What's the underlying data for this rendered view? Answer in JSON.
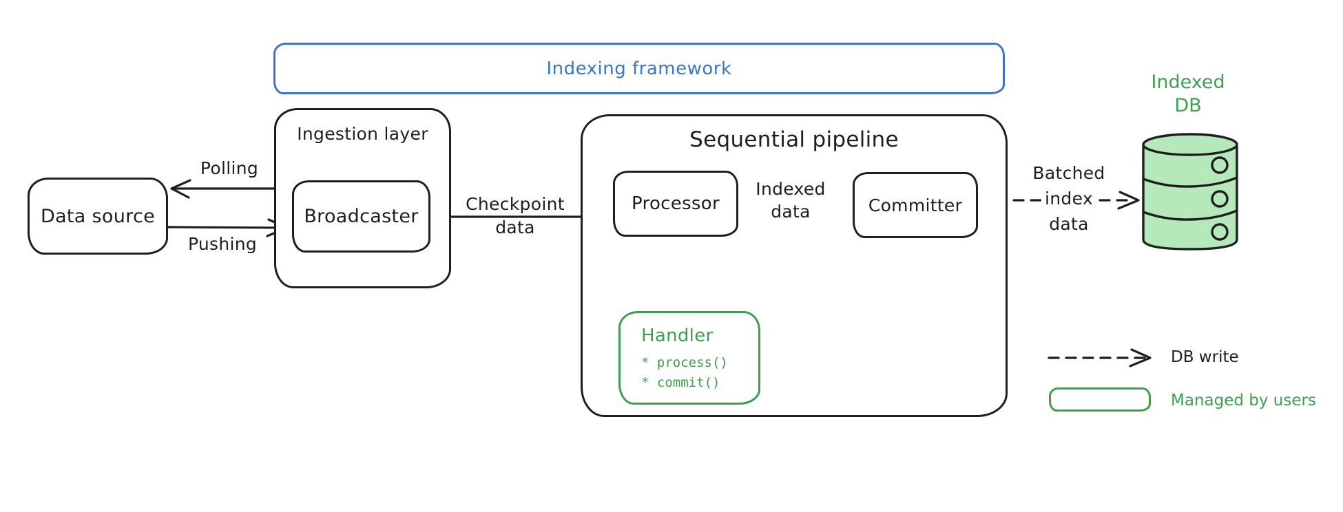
{
  "colors": {
    "ink": "#1e1e1e",
    "blue": "#3b74c8",
    "green": "#3f9e4f",
    "db_fill": "#b5e8ba"
  },
  "frame": {
    "label": "Indexing framework"
  },
  "nodes": {
    "data_source": {
      "label": "Data source"
    },
    "ingestion": {
      "label": "Ingestion layer"
    },
    "broadcaster": {
      "label": "Broadcaster"
    },
    "pipeline": {
      "label": "Sequential pipeline"
    },
    "processor": {
      "label": "Processor"
    },
    "committer": {
      "label": "Committer"
    },
    "handler": {
      "label": "Handler",
      "methods": [
        "* process()",
        "* commit()"
      ]
    },
    "indexed_db": {
      "line1": "Indexed",
      "line2": "DB"
    }
  },
  "edges": {
    "polling": {
      "label": "Polling"
    },
    "pushing": {
      "label": "Pushing"
    },
    "checkpoint": {
      "line1": "Checkpoint",
      "line2": "data"
    },
    "indexed_data": {
      "line1": "Indexed",
      "line2": "data"
    },
    "batched": {
      "line1": "Batched",
      "line2": "index",
      "line3": "data"
    }
  },
  "legend": {
    "db_write": "DB write",
    "managed_by_users": "Managed by users"
  }
}
